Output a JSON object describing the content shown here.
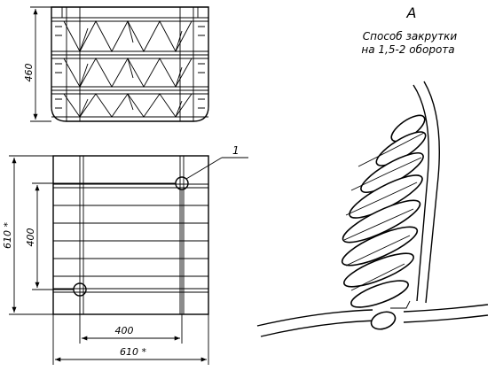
{
  "view_letter": "А",
  "caption": {
    "line1": "Способ  закрутки",
    "line2": "на 1,5-2 оборота"
  },
  "dimensions": {
    "height_460": "460",
    "height_610": "610 *",
    "inner_400_vertical": "400",
    "inner_400_horizontal": "400",
    "width_610": "610 *"
  },
  "callout": {
    "number": "1"
  }
}
